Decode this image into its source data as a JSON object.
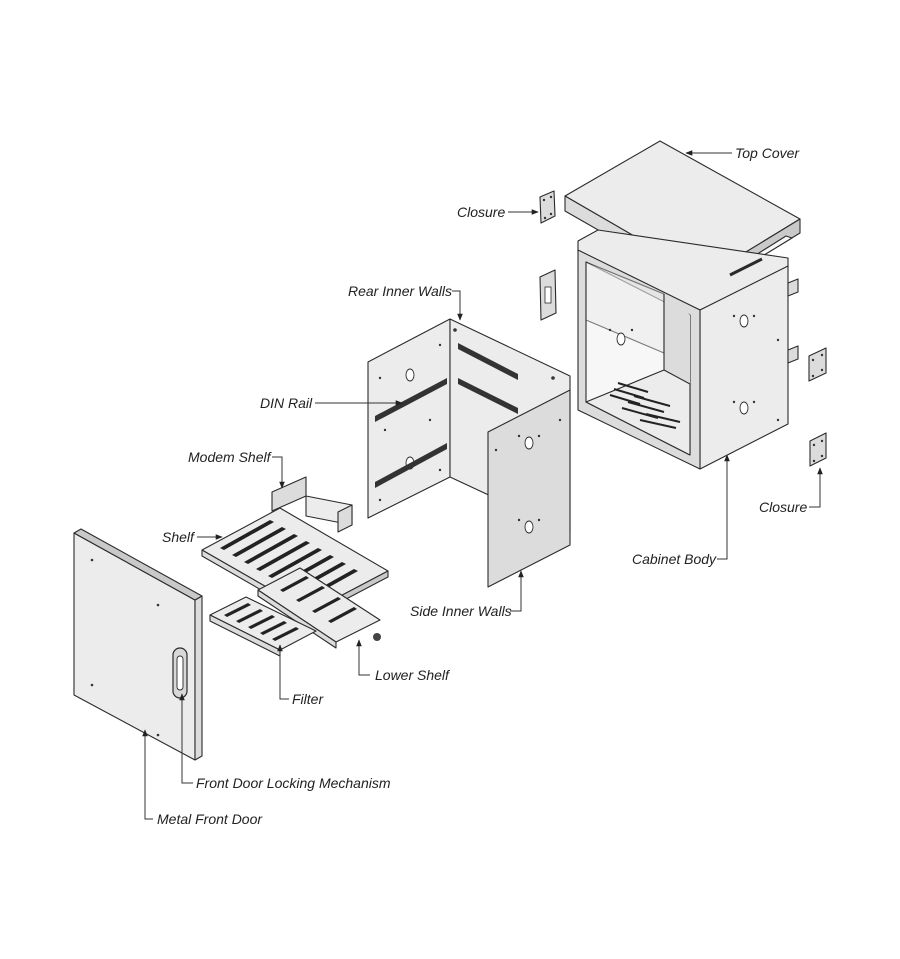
{
  "labels": {
    "top_cover": "Top Cover",
    "closure_top": "Closure",
    "closure_right": "Closure",
    "rear_inner_walls": "Rear Inner Walls",
    "din_rail": "DIN Rail",
    "modem_shelf": "Modem Shelf",
    "shelf": "Shelf",
    "side_inner_walls": "Side Inner Walls",
    "cabinet_body": "Cabinet Body",
    "lower_shelf": "Lower Shelf",
    "filter": "Filter",
    "front_door_locking_mechanism": "Front Door Locking Mechanism",
    "metal_front_door": "Metal Front Door"
  },
  "colors": {
    "line": "#2b2b2b",
    "panel_light": "#ececec",
    "panel_mid": "#dcdcdc",
    "panel_dark": "#c9c9c9",
    "text": "#222222"
  }
}
